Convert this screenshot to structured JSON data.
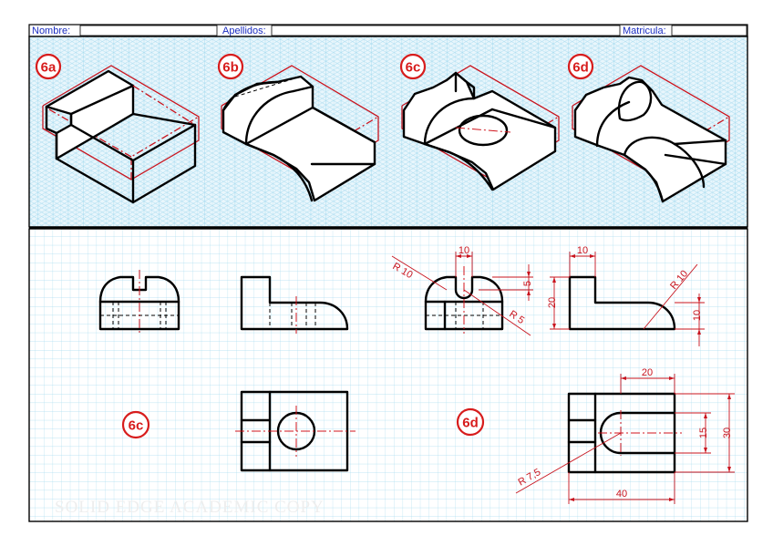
{
  "header": {
    "nombre_label": "Nombre:",
    "apellidos_label": "Apellidos:",
    "matricula_label": "Matricula:"
  },
  "exercises": {
    "iso_tags": [
      "6a",
      "6b",
      "6c",
      "6d"
    ],
    "view_tags": [
      "6c",
      "6d"
    ]
  },
  "dimensions": {
    "d6c_top_width": "10",
    "d6c_slot_depth": "5",
    "d6c_radius_outer": "R 10",
    "d6c_radius_inner": "R 5",
    "d6d_top_width": "10",
    "d6d_height": "20",
    "d6d_radius": "R 10",
    "d6d_round_height": "10",
    "d6d_slot_length": "20",
    "d6d_slot_width": "15",
    "d6d_depth": "30",
    "d6d_slot_radius": "R 7,5",
    "d6d_length": "40"
  },
  "watermark": "SOLID EDGE ACADEMIC COPY",
  "colors": {
    "header_text": "#1a2cc0",
    "tag_red": "#d71c1c",
    "grid_cyan": "#9ed8ee",
    "iso_bg": "#e8f6fc"
  }
}
